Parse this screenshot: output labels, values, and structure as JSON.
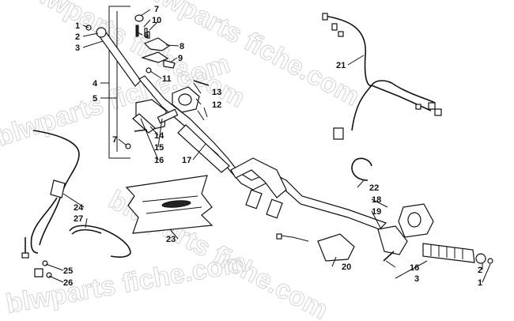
{
  "watermark": "blwparts fiche.com",
  "callouts": [
    {
      "id": "c1a",
      "text": "1"
    },
    {
      "id": "c2a",
      "text": "2"
    },
    {
      "id": "c3a",
      "text": "3"
    },
    {
      "id": "c4",
      "text": "4"
    },
    {
      "id": "c5",
      "text": "5"
    },
    {
      "id": "c6",
      "text": "6"
    },
    {
      "id": "c7a",
      "text": "7"
    },
    {
      "id": "c7b",
      "text": "7"
    },
    {
      "id": "c8",
      "text": "8"
    },
    {
      "id": "c9",
      "text": "9"
    },
    {
      "id": "c10",
      "text": "10"
    },
    {
      "id": "c11",
      "text": "11"
    },
    {
      "id": "c12",
      "text": "12"
    },
    {
      "id": "c13",
      "text": "13"
    },
    {
      "id": "c14",
      "text": "14"
    },
    {
      "id": "c15",
      "text": "15"
    },
    {
      "id": "c16a",
      "text": "16"
    },
    {
      "id": "c16b",
      "text": "16"
    },
    {
      "id": "c17",
      "text": "17"
    },
    {
      "id": "c18",
      "text": "18"
    },
    {
      "id": "c19",
      "text": "19"
    },
    {
      "id": "c20",
      "text": "20"
    },
    {
      "id": "c21",
      "text": "21"
    },
    {
      "id": "c22",
      "text": "22"
    },
    {
      "id": "c23",
      "text": "23"
    },
    {
      "id": "c24",
      "text": "24"
    },
    {
      "id": "c25",
      "text": "25"
    },
    {
      "id": "c26",
      "text": "26"
    },
    {
      "id": "c27",
      "text": "27"
    },
    {
      "id": "c3b",
      "text": "3"
    },
    {
      "id": "c2b",
      "text": "2"
    },
    {
      "id": "c1b",
      "text": "1"
    }
  ]
}
